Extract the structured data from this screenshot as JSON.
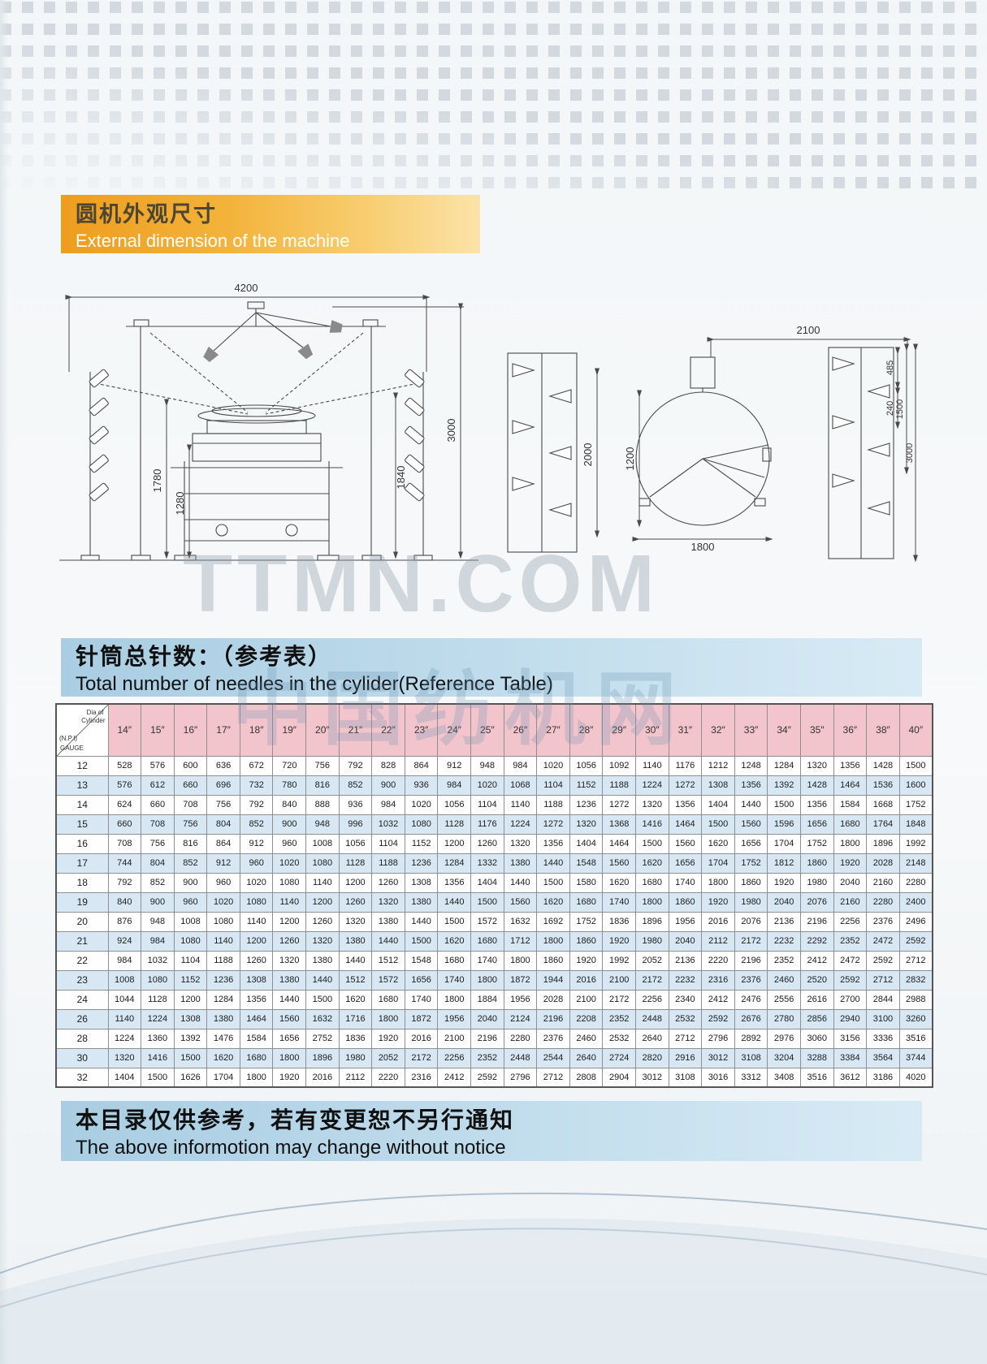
{
  "watermark": {
    "en": "TTMN.COM",
    "cn": "中国纺机网"
  },
  "sections": {
    "external": {
      "cn": "圆机外观尺寸",
      "en": "External dimension of the machine"
    },
    "needles": {
      "cn": "针筒总针数：（参考表）",
      "en": "Total number of needles in the cylider(Reference Table)"
    },
    "notice": {
      "cn": "本目录仅供参考，若有变更恕不另行通知",
      "en": "The above informotion may change without notice"
    }
  },
  "drawing": {
    "front": {
      "overall_width": "4200",
      "overall_height": "3000",
      "mid_height": "1840",
      "creel_height": "1780",
      "frame_height": "1280"
    },
    "top": {
      "width": "2100",
      "depth": "2000",
      "cylinder": "1200",
      "base": "1800"
    },
    "side": {
      "a": "485",
      "b": "240",
      "c": "1500",
      "d": "3000"
    }
  },
  "table": {
    "corner": {
      "l1": "Dia of",
      "l2": "Cylinder",
      "l3": "(N.P.I)",
      "l4": "GAUGE"
    },
    "diameters": [
      "14″",
      "15″",
      "16″",
      "17″",
      "18″",
      "19″",
      "20″",
      "21″",
      "22″",
      "23″",
      "24″",
      "25″",
      "26″",
      "27″",
      "28″",
      "29″",
      "30″",
      "31″",
      "32″",
      "33″",
      "34″",
      "35″",
      "36″",
      "38″",
      "40″"
    ],
    "rows": [
      {
        "gauge": "12",
        "values": [
          528,
          576,
          600,
          636,
          672,
          720,
          756,
          792,
          828,
          864,
          912,
          948,
          984,
          1020,
          1056,
          1092,
          1140,
          1176,
          1212,
          1248,
          1284,
          1320,
          1356,
          1428,
          1500
        ]
      },
      {
        "gauge": "13",
        "values": [
          576,
          612,
          660,
          696,
          732,
          780,
          816,
          852,
          900,
          936,
          984,
          1020,
          1068,
          1104,
          1152,
          1188,
          1224,
          1272,
          1308,
          1356,
          1392,
          1428,
          1464,
          1536,
          1600
        ]
      },
      {
        "gauge": "14",
        "values": [
          624,
          660,
          708,
          756,
          792,
          840,
          888,
          936,
          984,
          1020,
          1056,
          1104,
          1140,
          1188,
          1236,
          1272,
          1320,
          1356,
          1404,
          1440,
          1500,
          1356,
          1584,
          1668,
          1752
        ]
      },
      {
        "gauge": "15",
        "values": [
          660,
          708,
          756,
          804,
          852,
          900,
          948,
          996,
          1032,
          1080,
          1128,
          1176,
          1224,
          1272,
          1320,
          1368,
          1416,
          1464,
          1500,
          1560,
          1596,
          1656,
          1680,
          1764,
          1848
        ]
      },
      {
        "gauge": "16",
        "values": [
          708,
          756,
          816,
          864,
          912,
          960,
          1008,
          1056,
          1104,
          1152,
          1200,
          1260,
          1320,
          1356,
          1404,
          1464,
          1500,
          1560,
          1620,
          1656,
          1704,
          1752,
          1800,
          1896,
          1992
        ]
      },
      {
        "gauge": "17",
        "values": [
          744,
          804,
          852,
          912,
          960,
          1020,
          1080,
          1128,
          1188,
          1236,
          1284,
          1332,
          1380,
          1440,
          1548,
          1560,
          1620,
          1656,
          1704,
          1752,
          1812,
          1860,
          1920,
          2028,
          2148
        ]
      },
      {
        "gauge": "18",
        "values": [
          792,
          852,
          900,
          960,
          1020,
          1080,
          1140,
          1200,
          1260,
          1308,
          1356,
          1404,
          1440,
          1500,
          1580,
          1620,
          1680,
          1740,
          1800,
          1860,
          1920,
          1980,
          2040,
          2160,
          2280
        ]
      },
      {
        "gauge": "19",
        "values": [
          840,
          900,
          960,
          1020,
          1080,
          1140,
          1200,
          1260,
          1320,
          1380,
          1440,
          1500,
          1560,
          1620,
          1680,
          1740,
          1800,
          1860,
          1920,
          1980,
          2040,
          2076,
          2160,
          2280,
          2400
        ]
      },
      {
        "gauge": "20",
        "values": [
          876,
          948,
          1008,
          1080,
          1140,
          1200,
          1260,
          1320,
          1380,
          1440,
          1500,
          1572,
          1632,
          1692,
          1752,
          1836,
          1896,
          1956,
          2016,
          2076,
          2136,
          2196,
          2256,
          2376,
          2496
        ]
      },
      {
        "gauge": "21",
        "values": [
          924,
          984,
          1080,
          1140,
          1200,
          1260,
          1320,
          1380,
          1440,
          1500,
          1620,
          1680,
          1712,
          1800,
          1860,
          1920,
          1980,
          2040,
          2112,
          2172,
          2232,
          2292,
          2352,
          2472,
          2592
        ]
      },
      {
        "gauge": "22",
        "values": [
          984,
          1032,
          1104,
          1188,
          1260,
          1320,
          1380,
          1440,
          1512,
          1548,
          1680,
          1740,
          1800,
          1860,
          1920,
          1992,
          2052,
          2136,
          2220,
          2196,
          2352,
          2412,
          2472,
          2592,
          2712
        ]
      },
      {
        "gauge": "23",
        "values": [
          1008,
          1080,
          1152,
          1236,
          1308,
          1380,
          1440,
          1512,
          1572,
          1656,
          1740,
          1800,
          1872,
          1944,
          2016,
          2100,
          2172,
          2232,
          2316,
          2376,
          2460,
          2520,
          2592,
          2712,
          2832
        ]
      },
      {
        "gauge": "24",
        "values": [
          1044,
          1128,
          1200,
          1284,
          1356,
          1440,
          1500,
          1620,
          1680,
          1740,
          1800,
          1884,
          1956,
          2028,
          2100,
          2172,
          2256,
          2340,
          2412,
          2476,
          2556,
          2616,
          2700,
          2844,
          2988
        ]
      },
      {
        "gauge": "26",
        "values": [
          1140,
          1224,
          1308,
          1380,
          1464,
          1560,
          1632,
          1716,
          1800,
          1872,
          1956,
          2040,
          2124,
          2196,
          2208,
          2352,
          2448,
          2532,
          2592,
          2676,
          2780,
          2856,
          2940,
          3100,
          3260
        ]
      },
      {
        "gauge": "28",
        "values": [
          1224,
          1360,
          1392,
          1476,
          1584,
          1656,
          2752,
          1836,
          1920,
          2016,
          2100,
          2196,
          2280,
          2376,
          2460,
          2532,
          2640,
          2712,
          2796,
          2892,
          2976,
          3060,
          3156,
          3336,
          3516
        ]
      },
      {
        "gauge": "30",
        "values": [
          1320,
          1416,
          1500,
          1620,
          1680,
          1800,
          1896,
          1980,
          2052,
          2172,
          2256,
          2352,
          2448,
          2544,
          2640,
          2724,
          2820,
          2916,
          3012,
          3108,
          3204,
          3288,
          3384,
          3564,
          3744
        ]
      },
      {
        "gauge": "32",
        "values": [
          1404,
          1500,
          1626,
          1704,
          1800,
          1920,
          2016,
          2112,
          2220,
          2316,
          2412,
          2592,
          2796,
          2712,
          2808,
          2904,
          3012,
          3108,
          3016,
          3312,
          3408,
          3516,
          3612,
          3186,
          4020
        ]
      }
    ]
  }
}
